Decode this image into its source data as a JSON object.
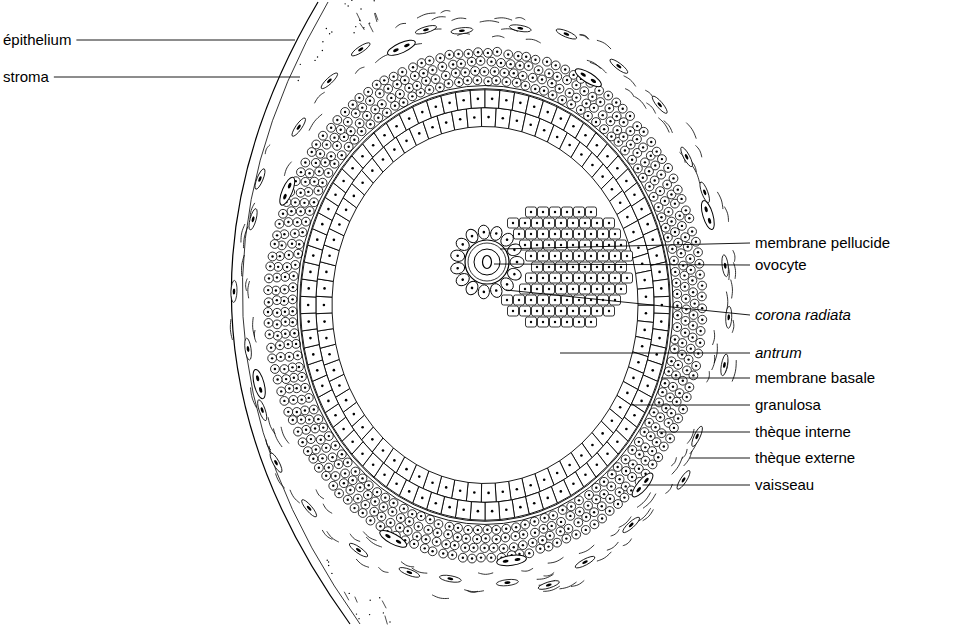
{
  "diagram": {
    "labels": [
      "épithelium",
      "stroma",
      "membrane pellucide",
      "ovocyte",
      "corona radiata",
      "antrum",
      "membrane basale",
      "granulosa",
      "thèque interne",
      "thèque externe",
      "vaisseau"
    ]
  }
}
